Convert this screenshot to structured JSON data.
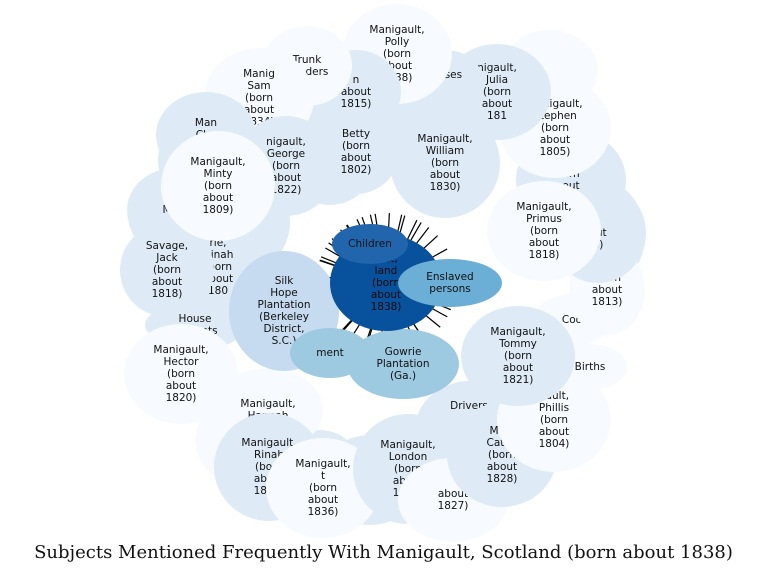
{
  "caption": "Subjects Mentioned Frequently With Manigault, Scotland (born about 1838)",
  "colors": {
    "center": "#08519c",
    "children": "#2166ac",
    "enslaved_persons": "#6baed6",
    "gowrie": "#9ecae1",
    "silk_hope": "#c6dbef",
    "light": "#deebf7",
    "lightest": "#f7fbff",
    "edge": "#000000"
  },
  "nodes": [
    {
      "id": "n_unnamed_a",
      "label": "",
      "color": "light"
    },
    {
      "id": "n_unnamed_b",
      "label": "",
      "color": "light"
    },
    {
      "id": "n_unnamed_c",
      "label": "",
      "color": "light"
    },
    {
      "id": "n_unnamed_d",
      "label": "",
      "color": "light"
    },
    {
      "id": "n_unnamed_e",
      "label": "",
      "color": "lightest"
    },
    {
      "id": "n_unnamed_f",
      "label": "",
      "color": "light"
    },
    {
      "id": "n_unnamed_g",
      "label": "",
      "color": "light"
    },
    {
      "id": "n_unnamed_h",
      "label": "",
      "color": "light"
    },
    {
      "id": "n_unnamed_i",
      "label": "",
      "color": "light"
    },
    {
      "id": "n_unnamed_j",
      "label": "",
      "color": "light"
    },
    {
      "id": "n_unnamed_k",
      "label": "",
      "color": "lightest"
    },
    {
      "id": "n_unnamed_l",
      "label": "",
      "color": "light"
    },
    {
      "id": "n_unnamed_m",
      "label": "",
      "color": "light"
    },
    {
      "id": "n_mani_left",
      "label": "Mani",
      "color": "light"
    },
    {
      "id": "n_dinah",
      "label": "rie,\nDinah\n(born\nabout\n180",
      "color": "light"
    },
    {
      "id": "n_savage",
      "label": "Savage,\nJack\n(born\nabout\n1818)",
      "color": "light"
    },
    {
      "id": "n_house",
      "label": "House\nservants",
      "color": "light"
    },
    {
      "id": "n_hector",
      "label": "Manigault,\nHector\n(born\nabout\n1820)",
      "color": "lightest"
    },
    {
      "id": "n_hannah",
      "label": "Manigault,\nHannah",
      "color": "lightest"
    },
    {
      "id": "n_rinah",
      "label": "Manigault,\nRinah\n(born\nabout\n1823)",
      "color": "light"
    },
    {
      "id": "n_1836",
      "label": "Manigault,\nt\n(born\nabout\n1836)",
      "color": "lightest"
    },
    {
      "id": "n_london",
      "label": "Manigault,\nLondon\n(born\nabout\n1838)",
      "color": "light"
    },
    {
      "id": "n_1827",
      "label": "about\n1827)",
      "color": "lightest"
    },
    {
      "id": "n_drivers",
      "label": "Drivers",
      "color": "light"
    },
    {
      "id": "n_cath",
      "label": "Mani\nCathe\n(born\nabout\n1828)",
      "color": "light"
    },
    {
      "id": "n_phillis",
      "label": "gault,\nPhillis\n(born\nabout\n1804)",
      "color": "lightest"
    },
    {
      "id": "n_births",
      "label": "Births",
      "color": "lightest"
    },
    {
      "id": "n_coo",
      "label": "Coo",
      "color": "lightest"
    },
    {
      "id": "n_1813",
      "label": "(born\nabout\n1813)",
      "color": "lightest"
    },
    {
      "id": "n_right_y",
      "label": "y\nout\n3)",
      "color": "light"
    },
    {
      "id": "n_right_orn",
      "label": "orn\nout",
      "color": "light"
    },
    {
      "id": "n_stephen",
      "label": "Manigault,\nStephen\n(born\nabout\n1805)",
      "color": "lightest"
    },
    {
      "id": "n_julia",
      "label": "nigault,\nJulia\n(born\nabout\n181",
      "color": "light"
    },
    {
      "id": "n_nurses",
      "label": "Nurses",
      "color": "light"
    },
    {
      "id": "n_polly",
      "label": "Manigault,\nPolly\n(born\nabout\n1838)",
      "color": "lightest"
    },
    {
      "id": "n_1815",
      "label": "n\nabout\n1815)",
      "color": "light"
    },
    {
      "id": "n_trunk",
      "label": "Trunk\nminders",
      "color": "lightest"
    },
    {
      "id": "n_sam",
      "label": "Manig\nSam\n(born\nabout\n1834)",
      "color": "lightest"
    },
    {
      "id": "n_cha",
      "label": "Man\nCha\n(bor",
      "color": "light"
    },
    {
      "id": "n_george",
      "label": "nigault,\nGeorge\n(born\nabout\n1822)",
      "color": "light"
    },
    {
      "id": "n_1802",
      "label": "Betty\n(born\nabout\n1802)",
      "color": "light"
    },
    {
      "id": "n_william",
      "label": "Manigault,\nWilliam\n(born\nabout\n1830)",
      "color": "light"
    },
    {
      "id": "n_minty",
      "label": "Manigault,\nMinty\n(born\nabout\n1809)",
      "color": "lightest"
    },
    {
      "id": "n_primus",
      "label": "Manigault,\nPrimus\n(born\nabout\n1818)",
      "color": "lightest"
    },
    {
      "id": "n_tommy",
      "label": "Manigault,\nTommy\n(born\nabout\n1821)",
      "color": "light"
    },
    {
      "id": "n_silkhope",
      "label": "Silk\nHope\nPlantation\n(Berkeley\nDistrict,\nS.C.)",
      "color": "silk_hope"
    },
    {
      "id": "n_gowrie",
      "label": "Gowrie\nPlantation\n(Ga.)",
      "color": "gowrie"
    },
    {
      "id": "n_ment",
      "label": "ment",
      "color": "gowrie"
    },
    {
      "id": "n_center",
      "label": "ault,\nland\n(born\nabout\n1838)",
      "color": "center",
      "center": true
    },
    {
      "id": "n_enslaved",
      "label": "Enslaved\npersons",
      "color": "enslaved_persons"
    },
    {
      "id": "n_children",
      "label": "Children",
      "color": "children"
    }
  ]
}
